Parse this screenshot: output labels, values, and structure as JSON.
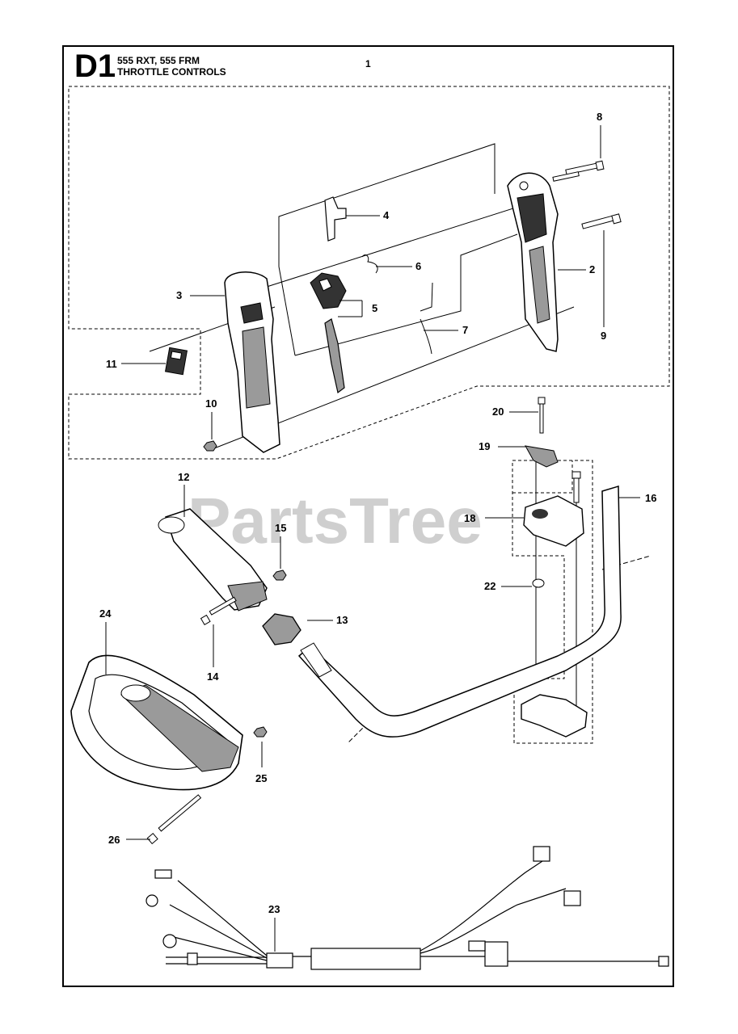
{
  "header": {
    "section_code": "D1",
    "models": "555 RXT, 555 FRM",
    "title": "THROTTLE CONTROLS",
    "page_number": "1"
  },
  "watermark": {
    "text": "PartsTree",
    "color": "#cfcfcf"
  },
  "callouts": {
    "c1": "2",
    "c2": "3",
    "c3": "4",
    "c4": "5",
    "c5": "6",
    "c6": "7",
    "c7": "8",
    "c8": "9",
    "c9": "10",
    "c10": "11",
    "c11": "12",
    "c12": "13",
    "c13": "14",
    "c14": "15",
    "c15": "16",
    "c16": "18",
    "c17": "19",
    "c18": "20",
    "c19": "22",
    "c20": "23",
    "c21": "24",
    "c22": "25",
    "c23": "26"
  },
  "colors": {
    "line": "#000000",
    "part_fill": "#ffffff",
    "shade": "#9a9a9a",
    "dark": "#333333"
  }
}
